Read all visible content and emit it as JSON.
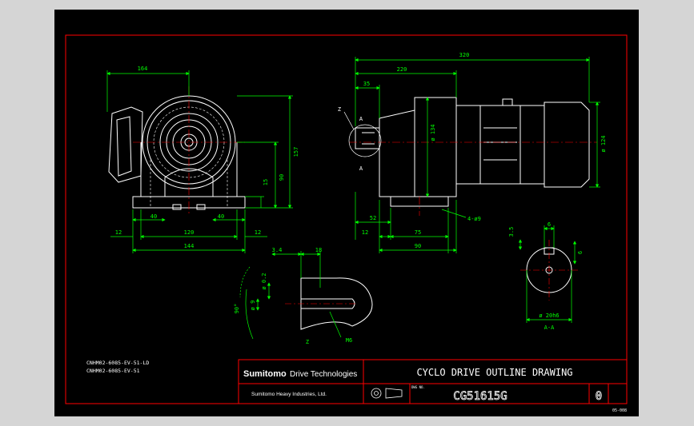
{
  "colors": {
    "background": "#000000",
    "frame": "#ff0000",
    "outline": "#ffffff",
    "dimension": "#00ff00",
    "hatch": "#ff0000",
    "leader": "#ffff00",
    "window_bg": "#d5d5d5"
  },
  "dimensions": {
    "front": {
      "top_width": "164",
      "total_height": "157",
      "shaft_height": "90",
      "foot_thk": "15",
      "foot_left": "40",
      "foot_right": "40",
      "foot_inner": "120",
      "overhang_left": "12",
      "overhang_right": "12",
      "base_length": "144"
    },
    "side": {
      "overall_length": "320",
      "to_motor": "220",
      "flange_offset": "35",
      "body_dia": "ø 134",
      "motor_dia": "ø 124",
      "foot_front": "52",
      "overhang": "12",
      "foot_center": "75",
      "foot_total": "90",
      "hole": "4-ø9"
    },
    "section": {
      "key_width": "6",
      "key_depth": "3.5",
      "key_height": "6",
      "shaft_dia": "ø 20h6",
      "label": "A-A"
    },
    "detail": {
      "offset": "3.4",
      "length": "18",
      "dia_a": "ø 0.2",
      "dia_b": "ø 9",
      "angle": "90°",
      "label": "Z",
      "thread": "M6"
    },
    "view_marks": {
      "z": "Z",
      "a_top": "A",
      "a_bottom": "A"
    }
  },
  "model_codes": [
    "CNHM02-6085-EV-51-LD",
    "CNHM02-6085-EV-51"
  ],
  "title_block": {
    "brand": "Sumitomo",
    "brand_sub": "Drive Technologies",
    "parent": "Sumitomo Heavy Industries, Ltd.",
    "title": "CYCLO DRIVE OUTLINE DRAWING",
    "dwg_no_label": "DWG NO.",
    "drawing_number": "CG51615G",
    "revision": "0"
  },
  "sheet_code": "05-008"
}
